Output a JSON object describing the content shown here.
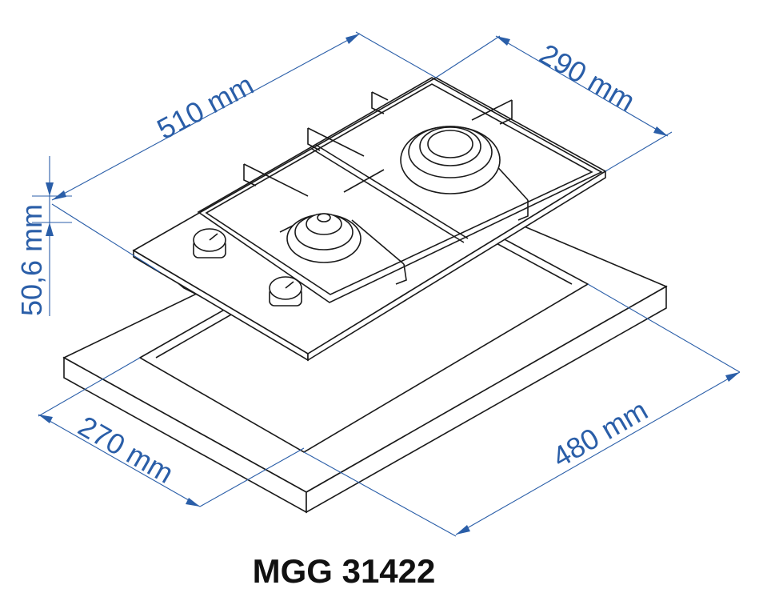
{
  "title": "MGG 31422",
  "dimensions": {
    "width_hob": "510 mm",
    "depth_hob": "290 mm",
    "height_hob": "50,6 mm",
    "cutout_depth": "270 mm",
    "cutout_width": "480 mm"
  },
  "colors": {
    "dimension": "#2a5ea8",
    "line": "#1a1a1a"
  }
}
